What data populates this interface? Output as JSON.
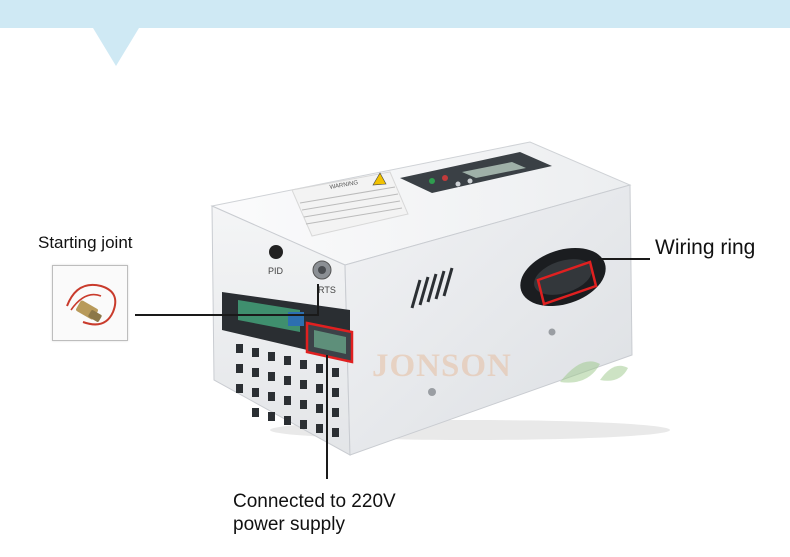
{
  "labels": {
    "starting_joint": "Starting joint",
    "wiring_ring": "Wiring ring",
    "power_supply_line1": "Connected to 220V",
    "power_supply_line2": "power supply"
  },
  "device": {
    "pid_label": "PID",
    "rts_label": "RTS",
    "warning_label": "WARNING"
  },
  "watermark": "JONSON",
  "colors": {
    "band": "#cfe9f4",
    "highlight": "#e02020",
    "housing": "#ecedef"
  }
}
